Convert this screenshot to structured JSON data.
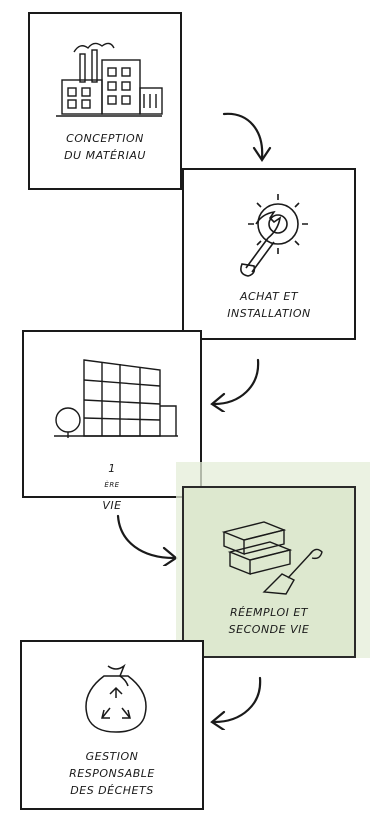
{
  "steps": [
    {
      "id": "conception",
      "line1": "CONCEPTION",
      "line2": "DU MATÉRIAU",
      "icon": "factory-icon"
    },
    {
      "id": "achat",
      "line1": "ACHAT ET",
      "line2": "INSTALLATION",
      "icon": "wrench-gear-icon"
    },
    {
      "id": "premiere-vie",
      "ordinal": "1",
      "ordinal_suffix": "ÈRE",
      "label": "VIE",
      "icon": "building-icon"
    },
    {
      "id": "reemploi",
      "line1": "RÉEMPLOI ET",
      "line2": "SECONDE VIE",
      "icon": "bricks-trowel-icon"
    },
    {
      "id": "gestion",
      "line1": "GESTION",
      "line2": "RESPONSABLE",
      "line3": "DES DÉCHETS",
      "icon": "recycle-bag-icon"
    }
  ],
  "colors": {
    "ink": "#1a1a1a",
    "highlight": "#dde8cf"
  }
}
